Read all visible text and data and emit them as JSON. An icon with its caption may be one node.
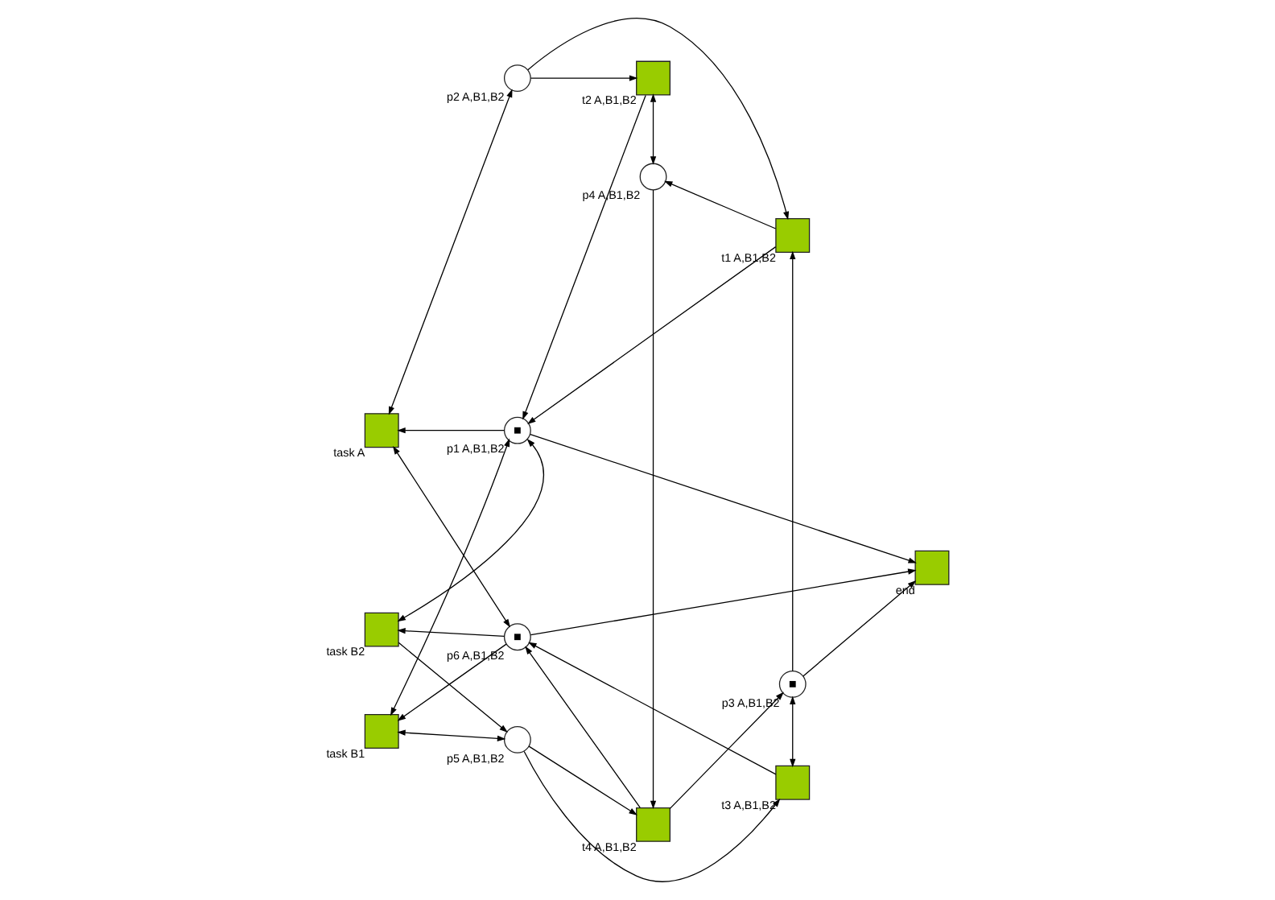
{
  "diagram": {
    "nodes": [
      {
        "text": [
          "task A"
        ]
      },
      {
        "text": [
          "p1 A,B1,B2"
        ]
      },
      {
        "text": [
          "t1 A,B1,B2"
        ]
      },
      {
        "text": [
          "t2 A,B1,B2"
        ]
      },
      {
        "text": [
          "p2 A,B1,B2"
        ]
      },
      {
        "text": [
          "p3 A,B1,B2"
        ]
      },
      {
        "text": [
          "p4 A,B1,B2"
        ]
      },
      {
        "text": [
          "end"
        ]
      },
      {
        "text": [
          "p5 A,B1,B2"
        ]
      },
      {
        "text": [
          "task B1"
        ]
      },
      {
        "text": [
          "t3 A,B1,B2"
        ]
      },
      {
        "text": [
          "t4 A,B1,B2"
        ]
      },
      {
        "text": [
          "task B2"
        ]
      },
      {
        "text": [
          "p6 A,B1,B2"
        ]
      }
    ],
    "edges": [
      {
        "from": 1,
        "to": 0,
        "arrow": "to"
      },
      {
        "from": 1,
        "to": 7,
        "arrow": "to"
      },
      {
        "from": 2,
        "to": 1,
        "arrow": "to"
      },
      {
        "from": 3,
        "to": 1,
        "arrow": "to"
      },
      {
        "from": 0,
        "to": 4,
        "arrow": "both"
      },
      {
        "from": 0,
        "to": 13,
        "arrow": "both"
      },
      {
        "from": 4,
        "to": 2,
        "arrow": "to"
      },
      {
        "from": 4,
        "to": 3,
        "arrow": "to"
      },
      {
        "from": 2,
        "to": 6,
        "arrow": "to"
      },
      {
        "from": 5,
        "to": 2,
        "arrow": "to"
      },
      {
        "from": 3,
        "to": 6,
        "arrow": "both"
      },
      {
        "from": 5,
        "to": 10,
        "arrow": "both"
      },
      {
        "from": 11,
        "to": 5,
        "arrow": "to"
      },
      {
        "from": 5,
        "to": 7,
        "arrow": "to"
      },
      {
        "from": 6,
        "to": 11,
        "arrow": "to"
      },
      {
        "from": 1,
        "to": 9,
        "arrow": "both"
      },
      {
        "from": 1,
        "to": 12,
        "arrow": "both"
      },
      {
        "from": 9,
        "to": 8,
        "arrow": "both"
      },
      {
        "from": 12,
        "to": 8,
        "arrow": "to"
      },
      {
        "from": 8,
        "to": 10,
        "arrow": "to"
      },
      {
        "from": 8,
        "to": 11,
        "arrow": "to"
      },
      {
        "from": 10,
        "to": 13,
        "arrow": "to"
      },
      {
        "from": 11,
        "to": 13,
        "arrow": "to"
      },
      {
        "from": 13,
        "to": 9,
        "arrow": "to"
      },
      {
        "from": 13,
        "to": 12,
        "arrow": "to"
      },
      {
        "from": 13,
        "to": 7,
        "arrow": "to"
      }
    ]
  }
}
